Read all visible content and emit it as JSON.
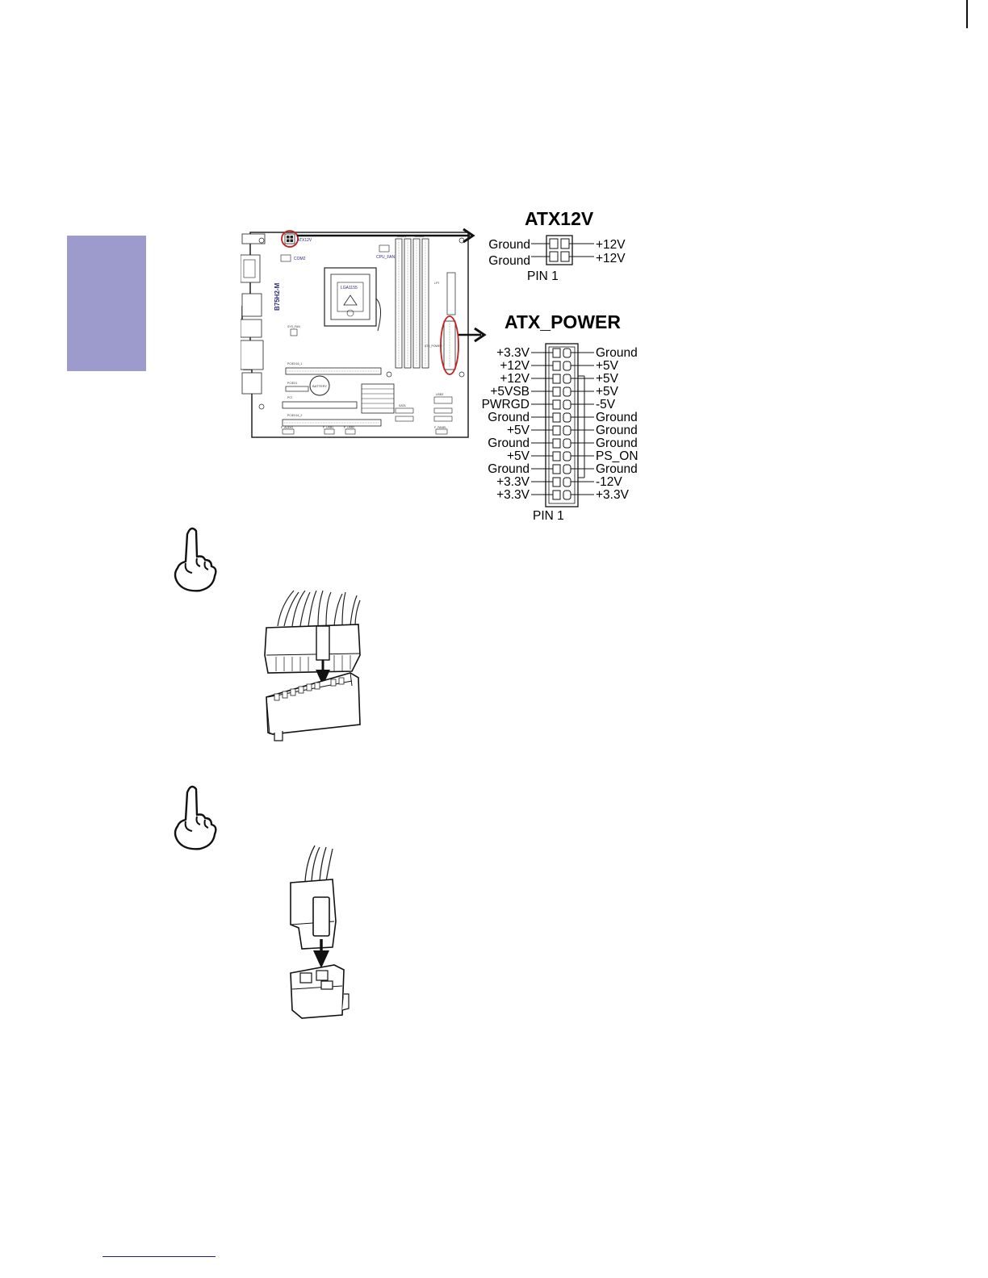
{
  "colors": {
    "side_tab": "#9d9bcb",
    "highlight_circle": "#c81e1e",
    "footer_rule": "#1a1aa8"
  },
  "motherboard": {
    "model": "B75H2-M",
    "cpu_socket": "LGA1155",
    "battery": "BATTERY",
    "labels": {
      "atx12v": "ATX12V",
      "cpu_fan": "CPU_FAN",
      "dimm1": "DIMM1",
      "dimm2": "DIMM2",
      "atx_power": "ATX_POWER",
      "sys_fan": "SYS_FAN",
      "pcie16": "PCIEX16_1",
      "pci": "PCI",
      "pcie4": "PCIEX16_2",
      "pcie1": "PCIEX1",
      "sata": "SATA",
      "f_audio": "F_AUDIO",
      "f_usb1": "F_USB1",
      "f_usb2": "F_USB2",
      "f_panel": "F_PANEL",
      "com2": "COM2",
      "lpt": "LPT",
      "usb3": "USB3"
    }
  },
  "atx12v": {
    "title": "ATX12V",
    "left_pins": [
      "Ground",
      "Ground"
    ],
    "right_pins": [
      "+12V",
      "+12V"
    ],
    "pin1_label": "PIN 1"
  },
  "atx_power": {
    "title": "ATX_POWER",
    "left_pins": [
      "+3.3V",
      "+12V",
      "+12V",
      "+5VSB",
      "PWRGD",
      "Ground",
      "+5V",
      "Ground",
      "+5V",
      "Ground",
      "+3.3V",
      "+3.3V"
    ],
    "right_pins": [
      "Ground",
      "+5V",
      "+5V",
      "+5V",
      "-5V",
      "Ground",
      "Ground",
      "Ground",
      "PS_ON",
      "Ground",
      "-12V",
      "+3.3V"
    ],
    "pin1_label": "PIN 1"
  },
  "icons": {
    "note1": "pointing-hand-icon",
    "note2": "pointing-hand-icon",
    "connector24": "atx-24pin-connector-illustration",
    "connector4": "atx12v-4pin-connector-illustration"
  }
}
